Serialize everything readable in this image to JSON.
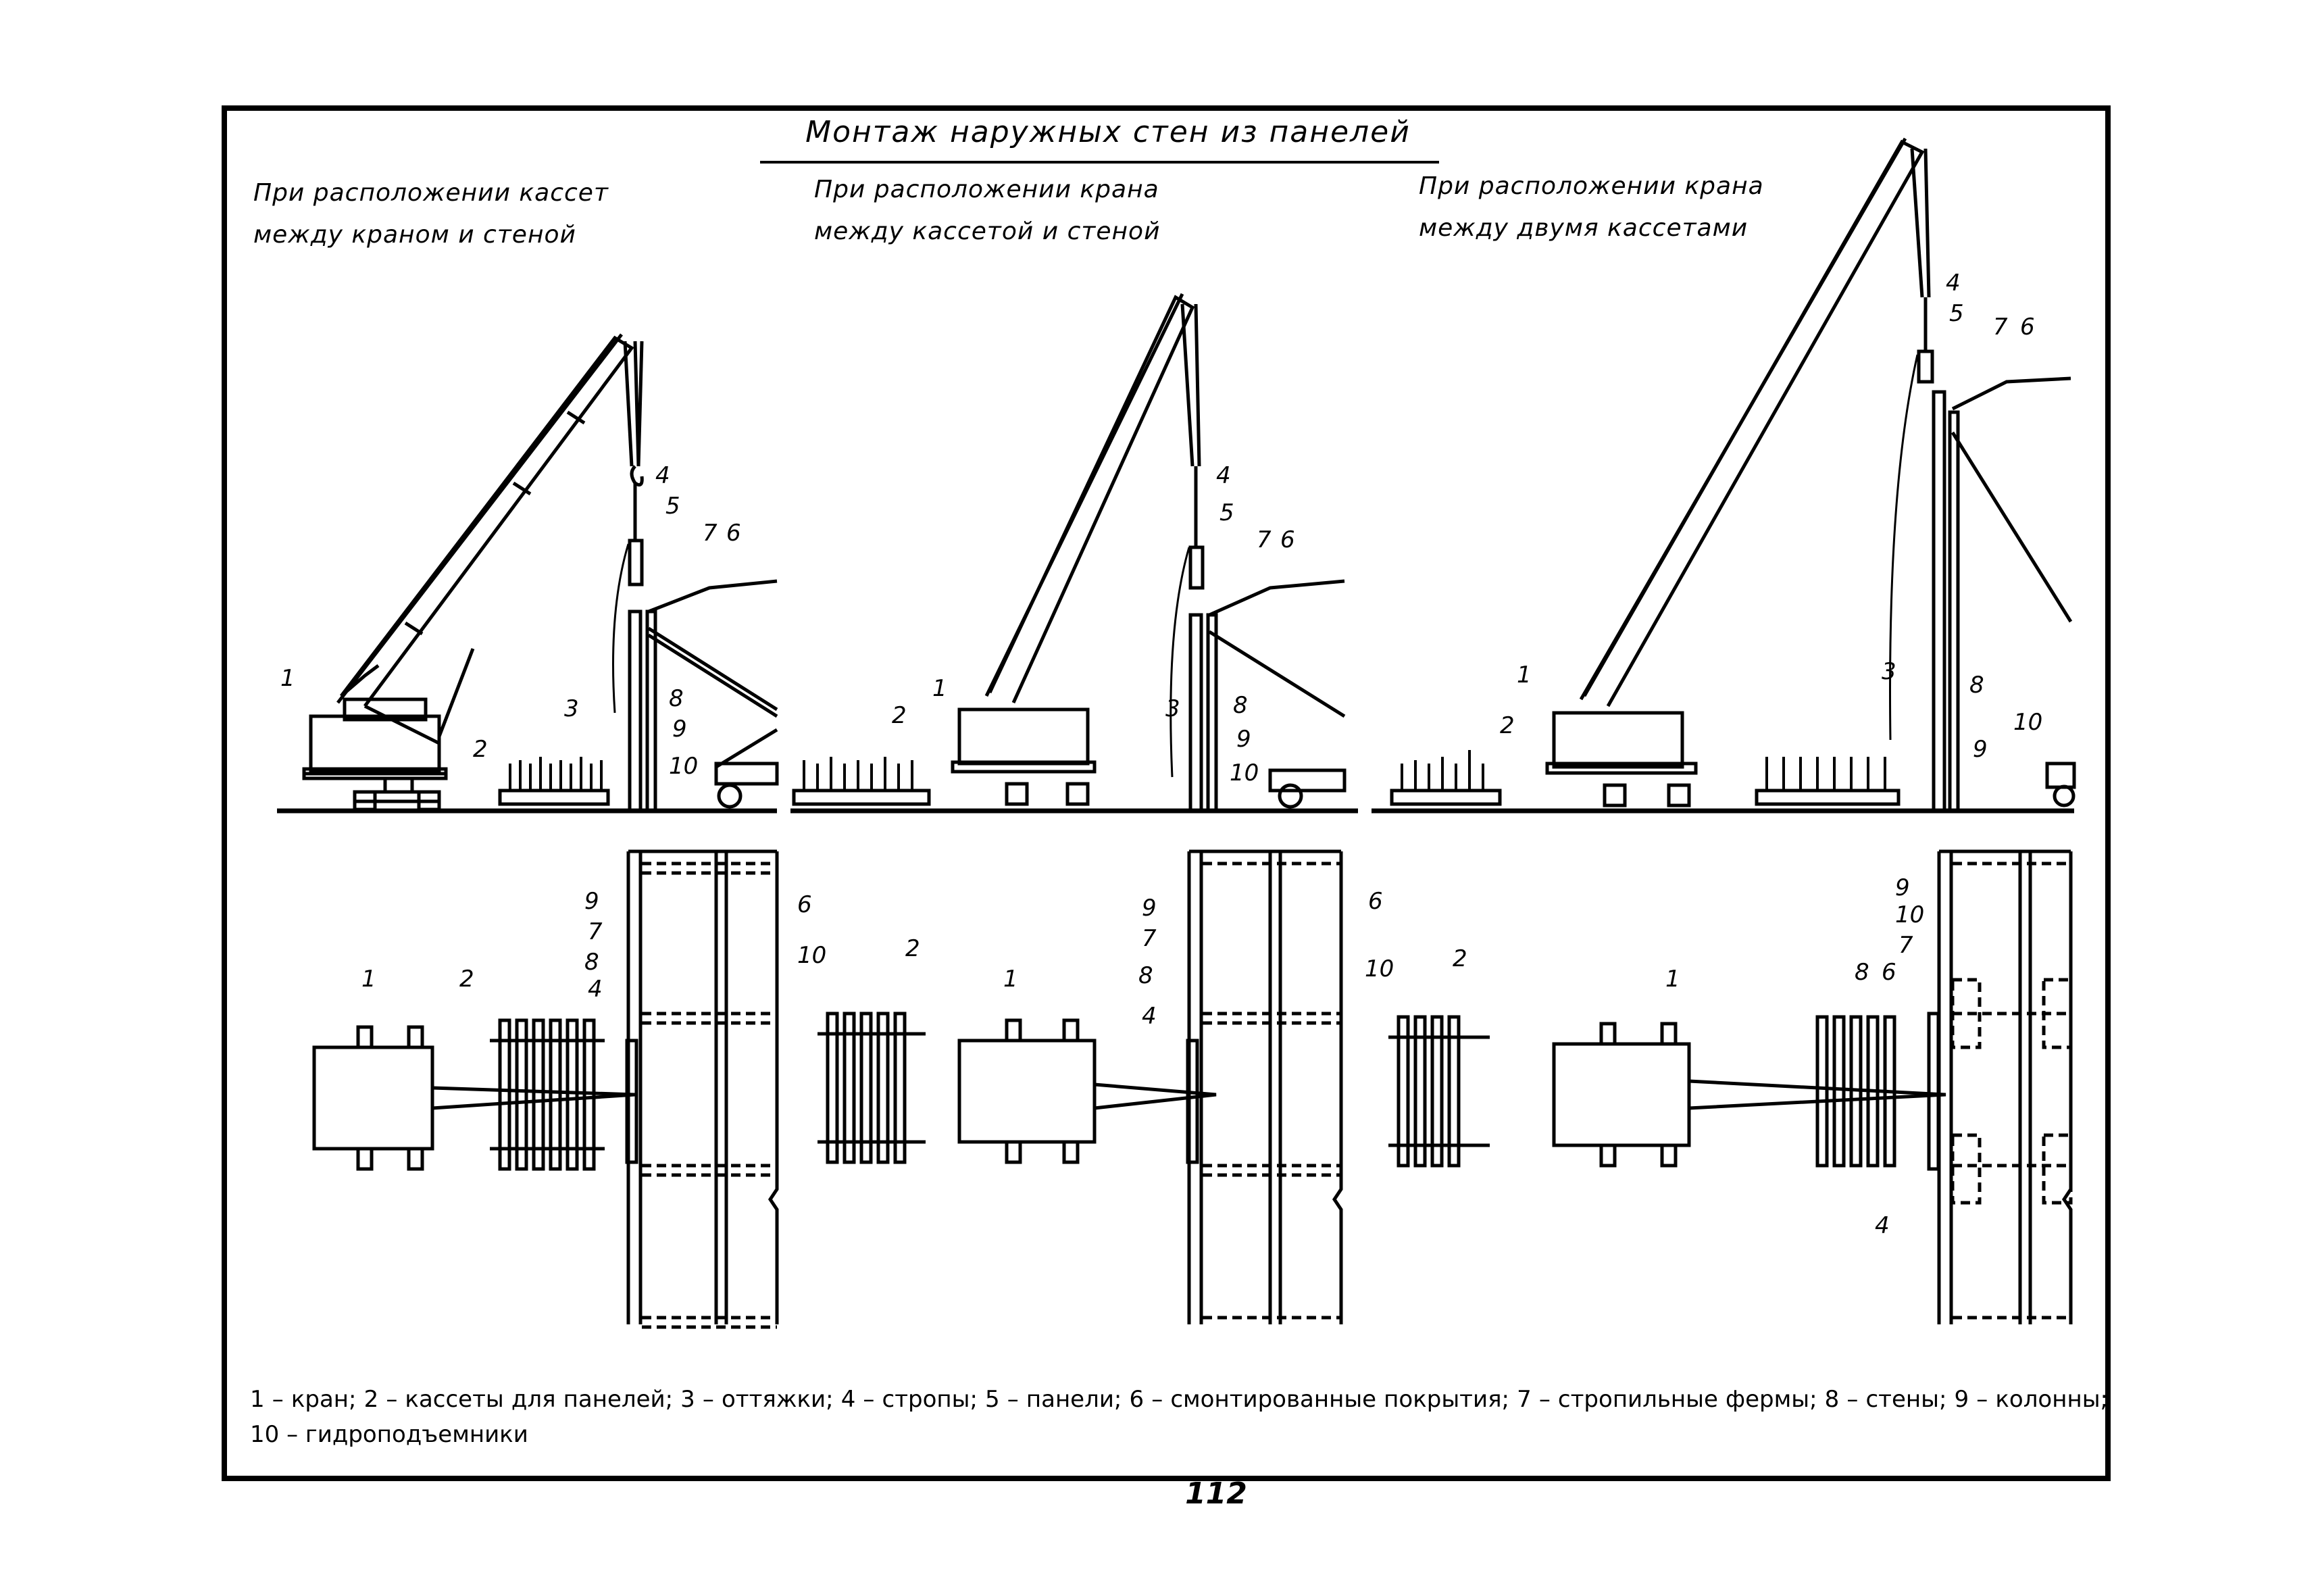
{
  "title": "Монтаж наружных стен из панелей",
  "schemes": [
    {
      "subtitle": "При расположении кассет\nмежду краном и стеной"
    },
    {
      "subtitle": "При расположении крана\nмежду кассетой и стеной"
    },
    {
      "subtitle": "При расположении крана\nмежду двумя кассетами"
    }
  ],
  "labels": {
    "n1": "1",
    "n2": "2",
    "n3": "3",
    "n4": "4",
    "n5": "5",
    "n6": "6",
    "n7": "7",
    "n8": "8",
    "n9": "9",
    "n10": "10"
  },
  "legend": "1 – кран; 2 – кассеты для панелей; 3 – оттяжки; 4 – стропы; 5 – панели; 6 – смонтированные покрытия; 7 – стропильные фермы; 8 – стены; 9 – колонны; 10 – гидроподъемники",
  "page_number": "112",
  "colors": {
    "ink": "#000000",
    "paper": "#ffffff"
  }
}
